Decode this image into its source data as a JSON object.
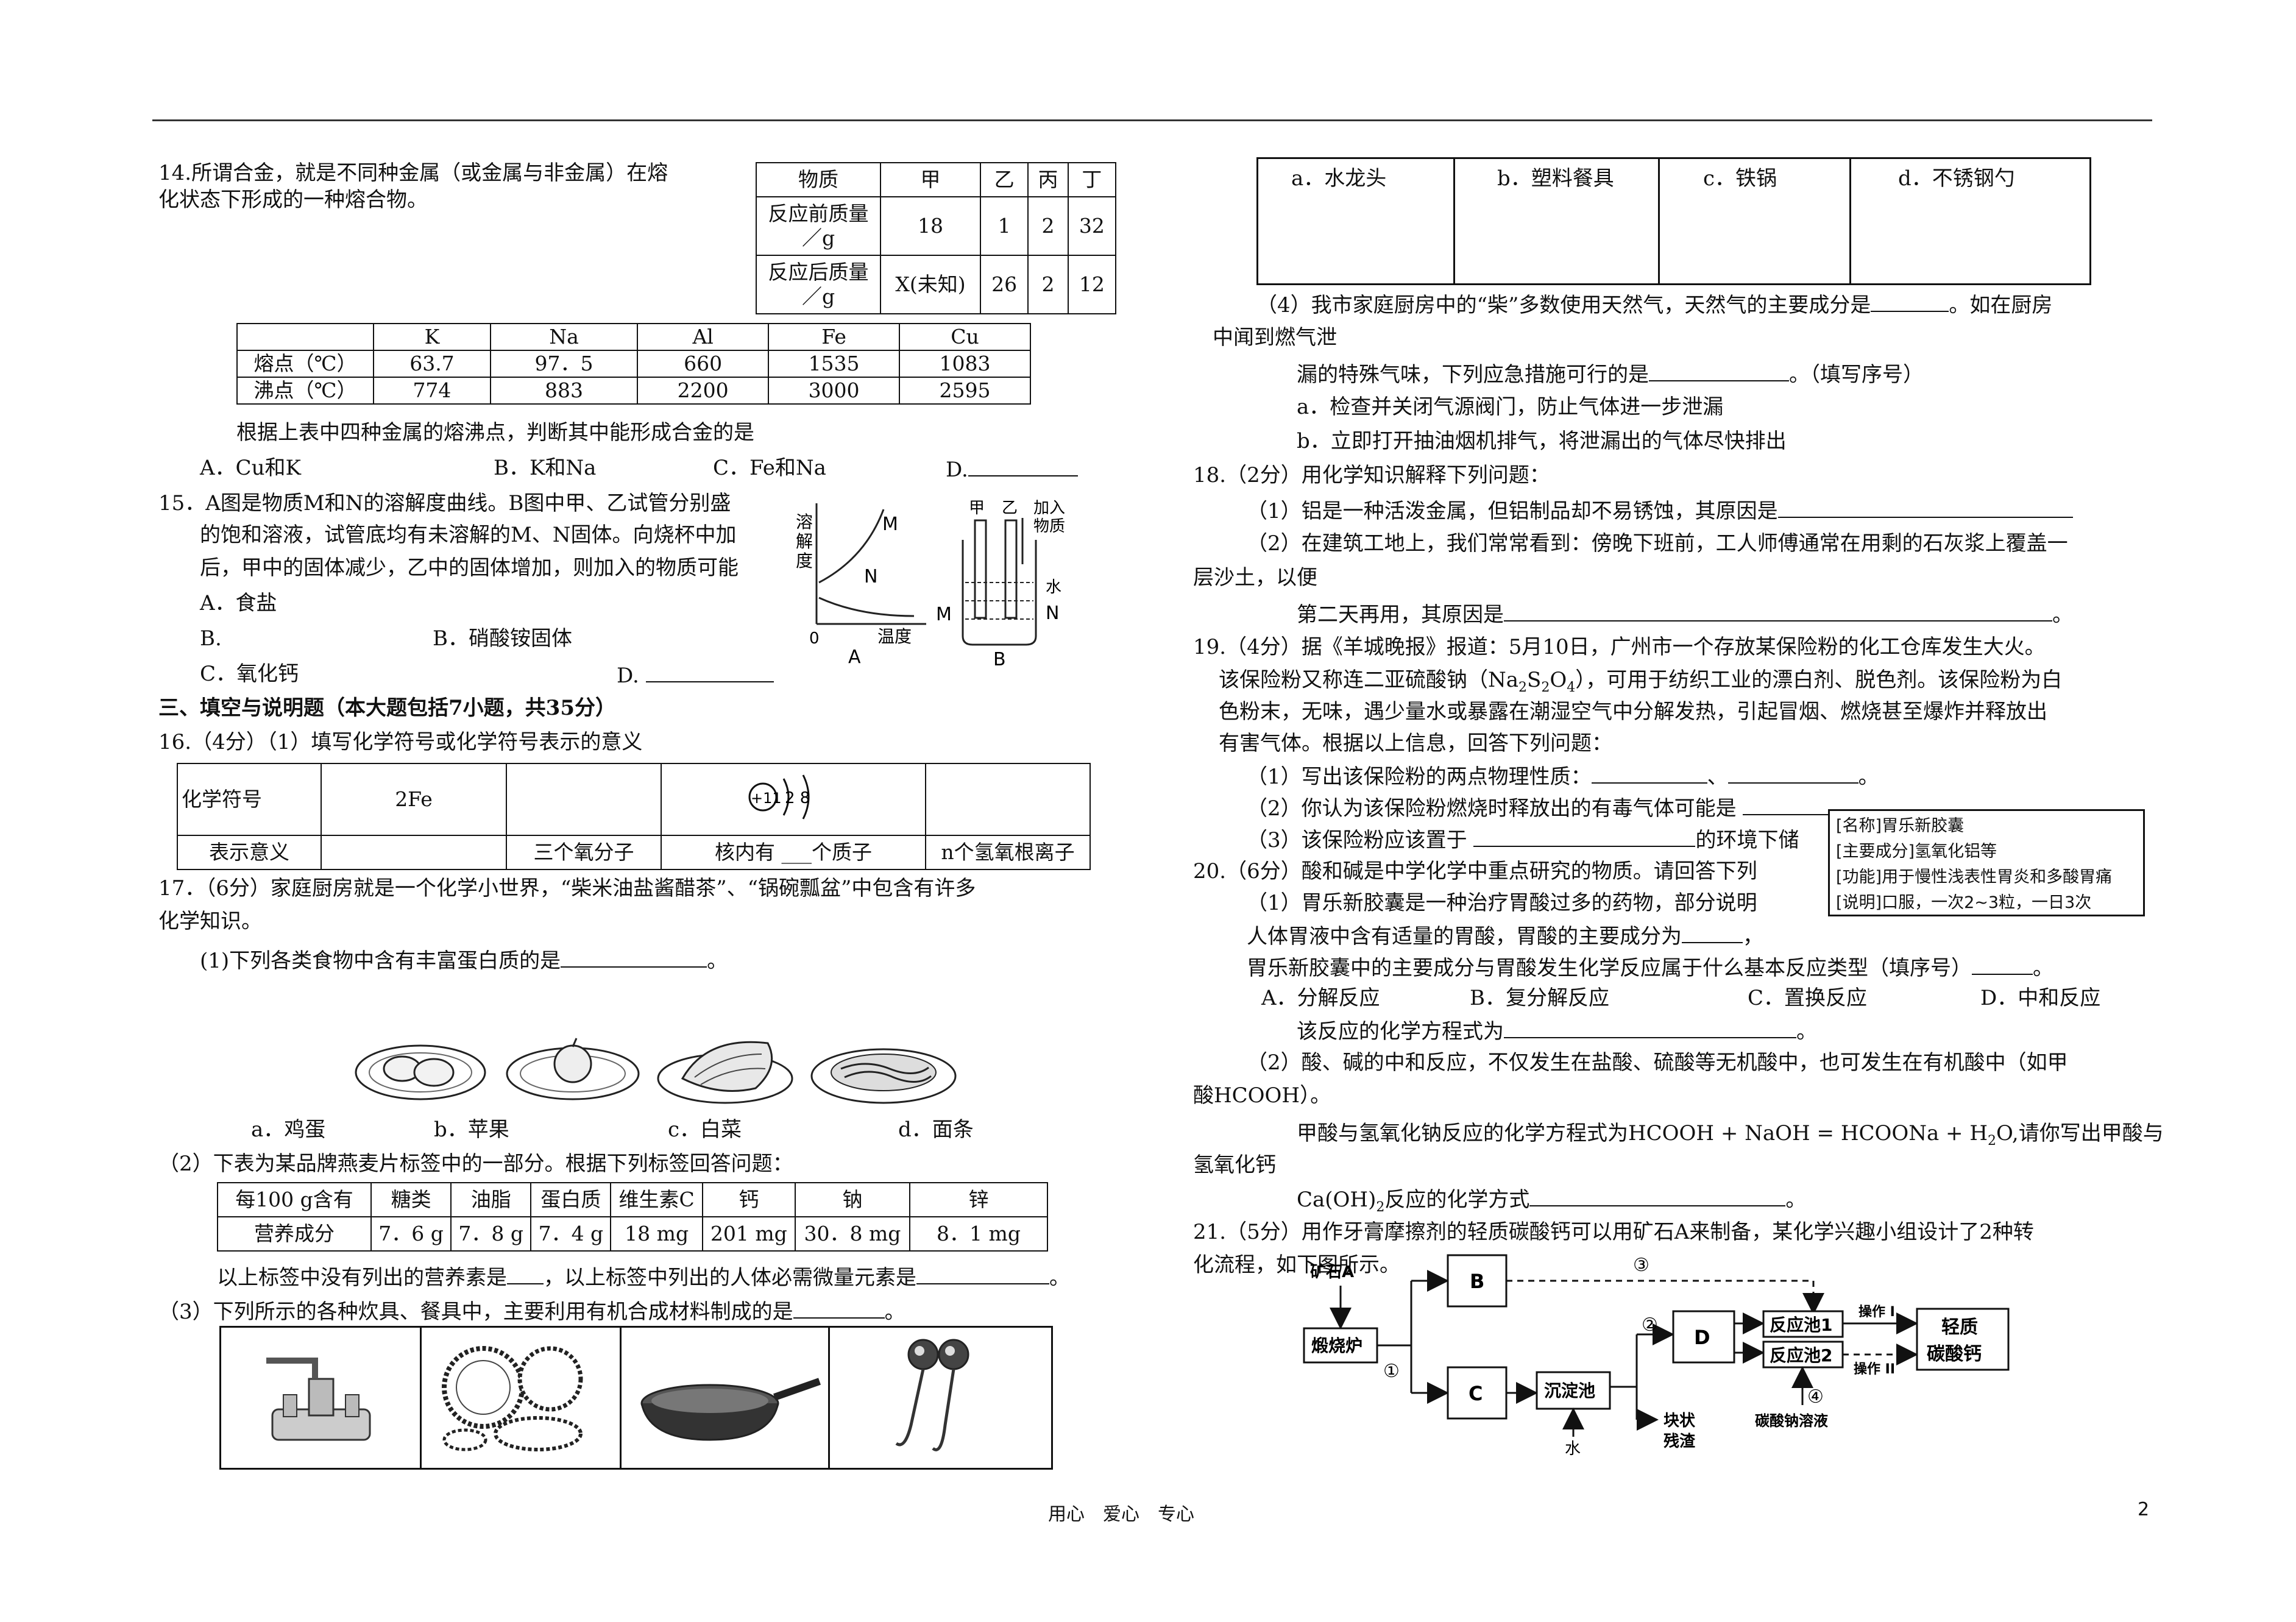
{
  "q14": {
    "line1": "14.所谓合金，就是不同种金属（或金属与非金属）在熔",
    "line2": "化状态下形成的一种熔合物。",
    "react_table": {
      "rows": [
        [
          "物质",
          "甲",
          "乙",
          "丙",
          "丁"
        ],
        [
          "反应前质量／g",
          "18",
          "1",
          "2",
          "32"
        ],
        [
          "反应后质量／g",
          "X(未知)",
          "26",
          "2",
          "12"
        ]
      ]
    },
    "metal_table": {
      "header": [
        "",
        "K",
        "Na",
        "Al",
        "Fe",
        "Cu"
      ],
      "rows": [
        [
          "熔点（℃）",
          "63.7",
          "97．5",
          "660",
          "1535",
          "1083"
        ],
        [
          "沸点（℃）",
          "774",
          "883",
          "2200",
          "3000",
          "2595"
        ]
      ]
    },
    "question": "根据上表中四种金属的熔沸点，判断其中能形成合金的是",
    "options": [
      "A．Cu和K",
      "B．K和Na",
      "C．Fe和Na",
      "D."
    ]
  },
  "q15": {
    "line1": "15．A图是物质M和N的溶解度曲线。B图中甲、乙试管分别盛",
    "line2": "的饱和溶液，试管底均有未溶解的M、N固体。向烧杯中加",
    "line3": "后，甲中的固体减少，乙中的固体增加，则加入的物质可能",
    "optA": "A．食盐",
    "optB": "B.",
    "optB2": "B．硝酸铵固体",
    "optC": "C．氧化钙",
    "optD": "D.",
    "fig": {
      "y_label": "溶解度",
      "x_label": "温度",
      "origin": "0",
      "M": "M",
      "N": "N",
      "A": "A",
      "B": "B",
      "jia": "甲",
      "yi": "乙",
      "add1": "加入",
      "add2": "物质",
      "water": "水"
    }
  },
  "section3": "三、填空与说明题（本大题包括7小题，共35分）",
  "q16": {
    "title": "16.（4分）（1）填写化学符号或化学符号表示的意义",
    "row1": [
      "化学符号",
      "2Fe",
      "",
      "",
      ""
    ],
    "row2": [
      "表示意义",
      "",
      "三个氧分子",
      "核内有 ___个质子",
      "n个氢氧根离子"
    ],
    "atom": {
      "nucleus": "+11",
      "shells": "2 8"
    }
  },
  "q17": {
    "line1": "17．（6分）家庭厨房就是一个化学小世界，“柴米油盐酱醋茶”、“锅碗瓢盆”中包含有许多",
    "line2": "化学知识。",
    "p1": "(1)下列各类食物中含有丰富蛋白质的是",
    "foods": [
      "a．鸡蛋",
      "b．苹果",
      "c．白菜",
      "d．面条"
    ],
    "p2": "（2）下表为某品牌燕麦片标签中的一部分。根据下列标签回答问题：",
    "nutr_header": [
      "每100 g含有",
      "糖类",
      "油脂",
      "蛋白质",
      "维生素C",
      "钙",
      "钠",
      "锌"
    ],
    "nutr_row": [
      "营养成分",
      "7．6 g",
      "7．8 g",
      "7．4 g",
      "18 mg",
      "201 mg",
      "30．8 mg",
      "8．1 mg"
    ],
    "p2q_a": "以上标签中没有列出的营养素是",
    "p2q_b": "，以上标签中列出的人体必需微量元素是",
    "p2q_c": "。",
    "p3": "（3）下列所示的各种炊具、餐具中，主要利用有机合成材料制成的是",
    "p3_end": "。"
  },
  "right": {
    "utensils": [
      "a．水龙头",
      "b．塑料餐具",
      "c．铁锅",
      "d．不锈钢勺"
    ],
    "p4a": "（4）我市家庭厨房中的“柴”多数使用天然气，天然气的主要成分是",
    "p4a2": "。如在厨房",
    "p4b": "中闻到燃气泄",
    "p4c": "漏的特殊气味，下列应急措施可行的是",
    "p4c2": "。（填写序号）",
    "p4_opt_a": "a．检查并关闭气源阀门，防止气体进一步泄漏",
    "p4_opt_b": "b．立即打开抽油烟机排气，将泄漏出的气体尽快排出",
    "q18": "18.（2分）用化学知识解释下列问题：",
    "q18_1": "（1）铝是一种活泼金属，但铝制品却不易锈蚀，其原因是",
    "q18_2": "（2）在建筑工地上，我们常常看到：傍晚下班前，工人师傅通常在用剩的石灰浆上覆盖一",
    "q18_2b": "层沙土，以便",
    "q18_2c": "第二天再用，其原因是",
    "q18_2d": "。",
    "q19_1": "19.（4分）据《羊城晚报》报道：5月10日，广州市一个存放某保险粉的化工仓库发生大火。",
    "q19_2a": "该保险粉又称连二亚硫酸钠（Na",
    "q19_2b": "S",
    "q19_2c": "O",
    "q19_2d": "），可用于纺织工业的漂白剂、脱色剂。该保险粉为白",
    "q19_sub2": "2",
    "q19_sub4": "4",
    "q19_3": "色粉末，无味，遇少量水或暴露在潮湿空气中分解发热，引起冒烟、燃烧甚至爆炸并释放出",
    "q19_4": "有害气体。根据以上信息，回答下列问题：",
    "q19_s1": "（1）写出该保险粉的两点物理性质：",
    "q19_s1b": "、",
    "q19_s1c": "。",
    "q19_s2": "（2）你认为该保险粉燃烧时释放出的有毒气体可能是",
    "q19_s2c": "。",
    "q19_s3": "（3）该保险粉应该置于",
    "q19_s3b": "的环境下储",
    "label_box": [
      "[名称]胃乐新胶囊",
      "[主要成分]氢氧化铝等",
      "[功能]用于慢性浅表性胃炎和多酸胃痛",
      "[说明]口服，一次2~3粒，一日3次"
    ],
    "q20": "20.（6分）酸和碱是中学化学中重点研究的物质。请回答下列",
    "q20_1": "（1）胃乐新胶囊是一种治疗胃酸过多的药物，部分说明",
    "q20_1b": "人体胃液中含有适量的胃酸，胃酸的主要成分为",
    "q20_1c": "，",
    "q20_1d": "胃乐新胶囊中的主要成分与胃酸发生化学反应属于什么基本反应类型（填序号）",
    "q20_1e": "。",
    "q20_opts": [
      "A．分解反应",
      "B．复分解反应",
      "C．置换反应",
      "D．中和反应"
    ],
    "q20_eq": "该反应的化学方程式为",
    "q20_eq_end": "。",
    "q20_2": "（2）酸、碱的中和反应，不仅发生在盐酸、硫酸等无机酸中，也可发生在有机酸中（如甲",
    "q20_2b": "酸HCOOH）。",
    "q20_2c": "甲酸与氢氧化钠反应的化学方程式为HCOOH + NaOH = HCOONa + H",
    "q20_2c_sub": "2",
    "q20_2c_end": "O,请你写出甲酸与",
    "q20_2d": "氢氧化钙",
    "q20_2e": "Ca(OH)",
    "q20_2e_sub": "2",
    "q20_2e_end": "反应的化学方式",
    "q20_2e_dot": "。",
    "q21_1": "21.（5分）用作牙膏摩擦剂的轻质碳酸钙可以用矿石A来制备，某化学兴趣小组设计了2种转",
    "q21_2": "化流程，如下图所示。",
    "flow": {
      "ore": "矿石A",
      "furnace": "煅烧炉",
      "B": "B",
      "C": "C",
      "tank": "沉淀池",
      "water": "水",
      "D": "D",
      "pool1": "反应池1",
      "pool2": "反应池2",
      "product1": "轻质",
      "product2": "碳酸钙",
      "op1": "操作 I",
      "op2": "操作 II",
      "residue1": "块状",
      "residue2": "残渣",
      "soda": "碳酸钠溶液",
      "n1": "①",
      "n2": "②",
      "n3": "③",
      "n4": "④"
    }
  },
  "footer": "用心　爱心　专心",
  "page_number": "2"
}
